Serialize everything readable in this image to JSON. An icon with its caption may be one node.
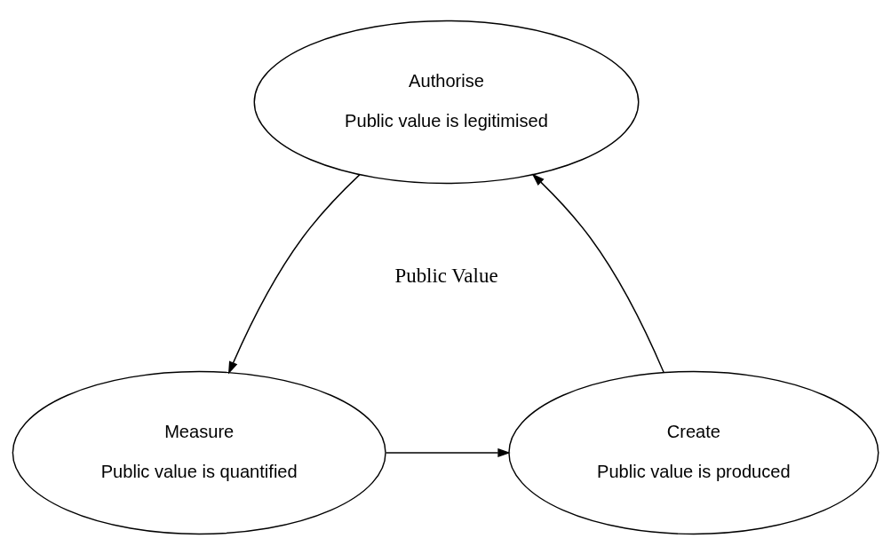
{
  "diagram": {
    "nodes": [
      {
        "text": [
          "Authorise",
          "Public value is legitimised"
        ]
      },
      {
        "text": [
          "Create",
          "Public value is produced"
        ]
      },
      {
        "text": [
          "Measure",
          "Public value is quantified"
        ]
      }
    ],
    "edges": [
      {
        "from": 1,
        "to": 0,
        "arrow": "to"
      },
      {
        "from": 0,
        "to": 2,
        "arrow": "to"
      },
      {
        "from": 2,
        "to": 1,
        "arrow": "to"
      }
    ],
    "labels": [
      "Public Value"
    ]
  }
}
